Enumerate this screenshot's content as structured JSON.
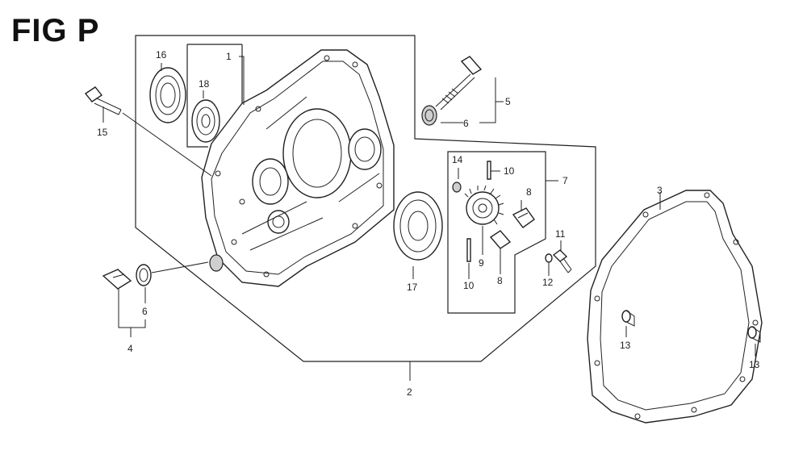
{
  "figure": {
    "title": "FIG P"
  },
  "callouts": {
    "p1": "1",
    "p2": "2",
    "p3": "3",
    "p4": "4",
    "p5": "5",
    "p6a": "6",
    "p6b": "6",
    "p7": "7",
    "p8a": "8",
    "p8b": "8",
    "p9": "9",
    "p10a": "10",
    "p10b": "10",
    "p11": "11",
    "p12": "12",
    "p13a": "13",
    "p13b": "13",
    "p14": "14",
    "p15": "15",
    "p16": "16",
    "p17": "17",
    "p18": "18"
  }
}
